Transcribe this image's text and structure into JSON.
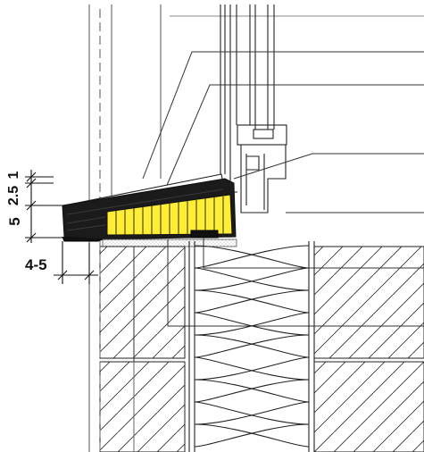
{
  "dimensions": {
    "sill_top": "1",
    "sill_slope": "2.5",
    "sill_thickness": "5",
    "overhang": "4-5"
  },
  "colors": {
    "line": "#1a1a1a",
    "thin_line": "#7a7a7a",
    "sill_body": "#1b1b1b",
    "insulation_fill": "#ffee33",
    "background": "#ffffff"
  }
}
